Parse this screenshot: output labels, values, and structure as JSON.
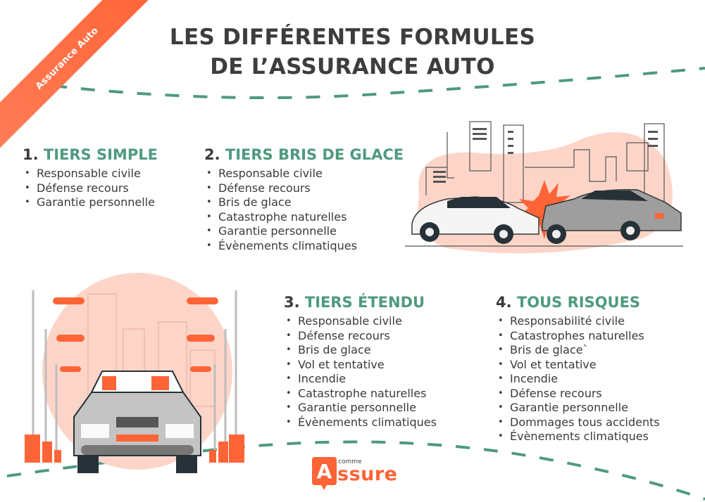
{
  "ribbon": {
    "label": "Assurance Auto"
  },
  "header": {
    "title_line1": "LES DIFFÉRENTES FORMULES",
    "title_line2": "DE L’ASSURANCE AUTO"
  },
  "colors": {
    "accent_orange": "#ff6436",
    "accent_green": "#4e9a7d",
    "text_dark": "#3a3a3a",
    "blob_pink": "#fdd5c8"
  },
  "formulas": [
    {
      "number": "1.",
      "name": "TIERS SIMPLE",
      "items": [
        "Responsable civile",
        "Défense recours",
        "Garantie personnelle"
      ]
    },
    {
      "number": "2.",
      "name": "TIERS BRIS DE GLACE",
      "items": [
        "Responsable civile",
        "Défense recours",
        "Bris de glace",
        "Catastrophe naturelles",
        "Garantie personnelle",
        "Évènements climatiques"
      ]
    },
    {
      "number": "3.",
      "name": "TIERS ÉTENDU",
      "items": [
        "Responsable civile",
        "Défense recours",
        "Bris de glace",
        "Vol et tentative",
        "Incendie",
        "Catastrophe naturelles",
        "Garantie personnelle",
        "Évènements climatiques"
      ]
    },
    {
      "number": "4.",
      "name": "TOUS RISQUES",
      "items": [
        "Responsabilité civile",
        "Catastrophes naturelles",
        "Bris de glace`",
        "Vol et tentative",
        "Incendie",
        "Défense recours",
        "Garantie personnelle",
        "Dommages tous accidents",
        "Évènements climatiques"
      ]
    }
  ],
  "illustrations": {
    "top_right": "car-collision-illustration",
    "bottom_left": "car-front-with-driver-illustration"
  },
  "logo": {
    "letter": "A",
    "small": "comme",
    "big": "ssure"
  }
}
